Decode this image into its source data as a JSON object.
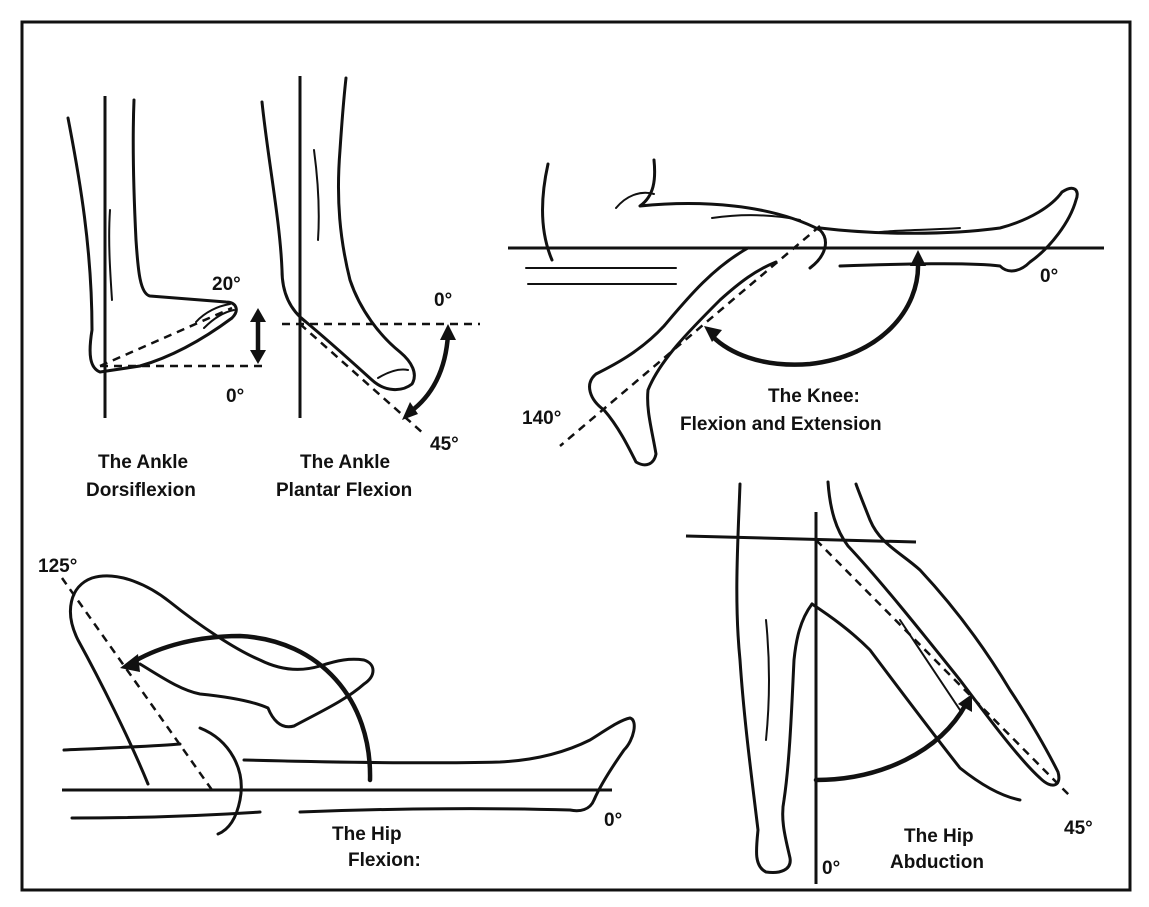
{
  "panels": {
    "ankle_dorsiflexion": {
      "title_line1": "The Ankle",
      "title_line2": "Dorsiflexion",
      "angle_max": "20°",
      "angle_zero": "0°"
    },
    "ankle_plantar_flexion": {
      "title_line1": "The Ankle",
      "title_line2": "Plantar Flexion",
      "angle_zero": "0°",
      "angle_max": "45°"
    },
    "knee": {
      "title_line1": "The Knee:",
      "title_line2": "Flexion and Extension",
      "angle_max": "140°",
      "angle_zero": "0°"
    },
    "hip_flexion": {
      "title_line1": "The Hip",
      "title_line2": "Flexion:",
      "angle_max": "125°",
      "angle_zero": "0°"
    },
    "hip_abduction": {
      "title_line1": "The Hip",
      "title_line2": "Abduction",
      "angle_max": "45°",
      "angle_zero": "0°"
    }
  },
  "colors": {
    "ink": "#111111",
    "background": "#ffffff"
  }
}
